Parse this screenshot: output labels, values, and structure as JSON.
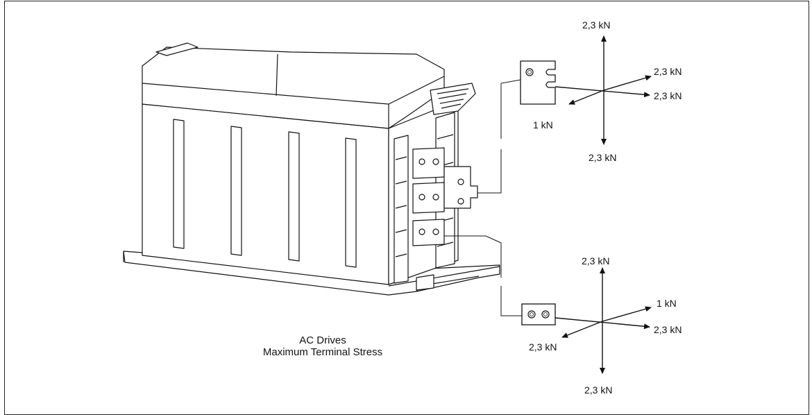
{
  "caption": {
    "line1": "AC Drives",
    "line2": "Maximum Terminal Stress"
  },
  "upper_terminal": {
    "up": "2,3 kN",
    "down": "2,3 kN",
    "diag_upper": "2,3 kN",
    "right": "2,3 kN",
    "diag_lower": "1 kN"
  },
  "lower_terminal": {
    "up": "2,3 kN",
    "down": "2,3 kN",
    "diag_upper": "1 kN",
    "right": "2,3 kN",
    "diag_lower": "2,3 kN"
  }
}
